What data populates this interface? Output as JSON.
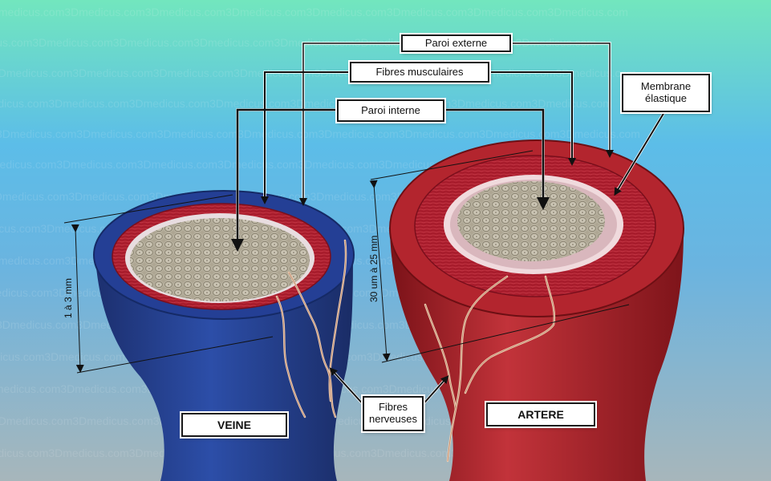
{
  "labels": {
    "paroi_externe": "Paroi externe",
    "fibres_musculaires": "Fibres musculaires",
    "paroi_interne": "Paroi interne",
    "membrane_elastique_line1": "Membrane",
    "membrane_elastique_line2": "élastique",
    "fibres_nerveuses_line1": "Fibres",
    "fibres_nerveuses_line2": "nerveuses",
    "veine": "VEINE",
    "artere": "ARTERE"
  },
  "measurements": {
    "veine_wall": "1 à 3 mm",
    "artere_wall": "30 um à 25 mm"
  },
  "watermark": "www.3Dmedicus.com3Dmedicus.com3Dmedicus.com3Dmedicus.com3Dmedicus.com3Dmedicus.com",
  "colors": {
    "background_top": "#6fe8c0",
    "background_mid": "#5fb8e6",
    "background_bottom": "#a9b8be",
    "vein_outer": "#24408f",
    "vein_muscle": "#b8203a",
    "artery_outer": "#b2242c",
    "artery_muscle": "#9c1a24",
    "lumen": "#d8d2c0"
  }
}
